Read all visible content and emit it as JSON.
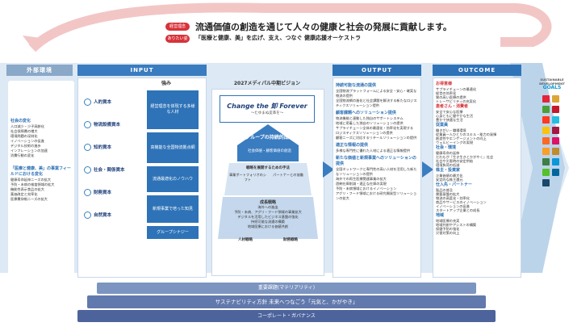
{
  "top": {
    "badge1": "経営理念",
    "badge2": "ありたい姿",
    "mission": "流通価値の創造を通じて人々の健康と社会の発展に貢献します。",
    "vision": "「医療と健康、美」を広げ、支え、つなぐ 健康応援オーケストラ"
  },
  "headers": {
    "external": "外部環境",
    "input": "INPUT",
    "output": "OUTPUT",
    "outcome": "OUTCOME"
  },
  "external": {
    "h1": "社会の変化",
    "items1": [
      "人口減少・少子高齢化",
      "社会保障費の増大",
      "環境問題の深刻化",
      "イノベーションの促進",
      "デジタル技術の進歩",
      "インフレーションの加速",
      "消費行動の変化"
    ],
    "h2": "「医療と健康、美」の事業フィールドにおける変化",
    "items2": [
      "健康寿命延伸ニーズの拡大",
      "予防・未病の検査領域の拡大",
      "機能性表示食品の拡大",
      "薬価改定と効率化",
      "医療費抑制ニーズの拡大"
    ]
  },
  "inputs": [
    "人的資本",
    "物流設備資本",
    "知的資本",
    "社会・関係資本",
    "財務資本",
    "自然資本"
  ],
  "strength": {
    "title": "強み",
    "items": [
      "経営理念を体現する多様な人材",
      "高機能な全国物流拠点網",
      "流通最適化のノウハウ",
      "新規事業で培った知見",
      "グループシナジー"
    ]
  },
  "plan": {
    "title": "2027メディパル中期ビジョン",
    "banner": "Change the 卸 Forever",
    "banner_sub": "〜たゆまぬ変革を〜",
    "growth": "グループの持続的成長",
    "growth_sub": "社会価値・顧客価値の創造",
    "m1": "戦略を展開するための手法",
    "m2": "事業ポートフォリオのシフト",
    "m3": "パートナーとの協働",
    "g_title": "成長戦略",
    "g_items": [
      "海外への進出",
      "予防・未病、アグリ・フード領域の事業拡大",
      "デジタルを活用したビジネス基盤の強化",
      "持続可能な流通の構築",
      "地域医療における価値共創"
    ],
    "b1": "人材戦略",
    "b2": "財務戦略"
  },
  "output": {
    "sections": [
      {
        "title": "持続可能な流通の提供",
        "items": [
          "全国物流プラットフォームによる安全・安心・確実な物流の提供",
          "全国物流網の進化と社会課題を解決する新たなロジスティクスソリューション提供"
        ]
      },
      {
        "title": "顧客課題へのソリューション提供",
        "items": [
          "物流機能と連動した独自のサポートシステム",
          "地域に密着した独自のソリューションの提供",
          "サプライチェーン全体の最適化・効率化を実現する",
          "ロジスティクスソリューションの提供",
          "顧客ニーズに対応するリテールソリューションの提供"
        ]
      },
      {
        "title": "適正な情報の提供",
        "items": [
          "多様な専門性に優れた人材による適正な情報提供"
        ]
      },
      {
        "title": "新たな価値と新規事業へのソリューションの提供",
        "items": [
          "全国ネットワークと専門性の高い人材を活用した新たなソリューションの提供",
          "海外での再生医療関連事業の拡大",
          "過剰在庫削減・適正な在庫の実現",
          "予防・未病領域におけるイノベーション",
          "アグリ・フード領域における研究開発型ソリューションの拡大"
        ]
      }
    ]
  },
  "outcome": {
    "sections": [
      {
        "title": "お得意様",
        "color": "#d7323a",
        "items": [
          "サプライチェーンの最適化",
          "経営の効率化",
          "質の高い医療の提供",
          "トレーサビリティの充実化"
        ]
      },
      {
        "title": "患者さん・消費者",
        "color": "#d7323a",
        "items": [
          "安全で安心な医療",
          "心身ともに健やかな生活",
          "豊かで快適な生活"
        ]
      },
      {
        "title": "従業員",
        "color": "#2b6fb3",
        "items": [
          "働きがい・職場環境",
          "従業員一人ひとりのスキル・能力の発揮",
          "創造性やエンゲージメントの向上",
          "ウェルビーイングの実現"
        ]
      },
      {
        "title": "社会・環境",
        "color": "#2b6fb3",
        "items": [
          "健康寿命の延伸",
          "だれもが『生き生きとかがやく』社会",
          "社会や災害時の安定供給",
          "環境負荷の低減"
        ]
      },
      {
        "title": "株主・投資家",
        "color": "#2b6fb3",
        "items": [
          "企業価値の最大化",
          "安定的な株主還元"
        ]
      },
      {
        "title": "仕入先・パートナー",
        "color": "#2b6fb3",
        "items": [
          "製品の普及",
          "需要基盤の拡大",
          "物流の高度化・効率化",
          "商品やサービスのイノベーション",
          "イノベーションの促進",
          "スタートアップ企業との成長"
        ]
      },
      {
        "title": "地域",
        "color": "#2b6fb3",
        "items": [
          "地域医療の充実",
          "地域共創やアシストの構築",
          "保健予防の強化",
          "災害対策の向上"
        ]
      }
    ]
  },
  "sdgs": {
    "title1": "SUSTAINABLE",
    "title2": "DEVELOPMENT",
    "title3": "GOALS",
    "colors": [
      "#e5243b",
      "#dda63a",
      "#4c9f38",
      "#c5192d",
      "#ff3a21",
      "#26bde2",
      "#fcc30b",
      "#a21942",
      "#fd6925",
      "#dd1367",
      "#fd9d24",
      "#bf8b2e",
      "#3f7e44",
      "#0a97d9",
      "#56c02b",
      "#00689d",
      "#19486a"
    ]
  },
  "bottom": {
    "materiality": "重要課題(マテリアリティ)",
    "policy": "サステナビリティ方針 未来へつなごう「元気と、かがやき」",
    "governance": "コーポレート・ガバナンス"
  }
}
